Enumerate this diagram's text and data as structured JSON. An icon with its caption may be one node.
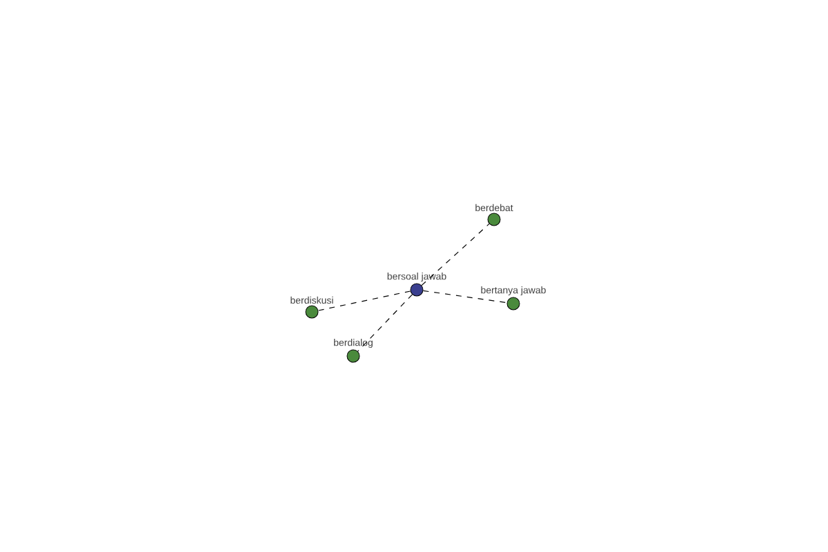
{
  "diagram": {
    "nodes": [
      {
        "text": [
          "berdebat"
        ]
      },
      {
        "text": [
          "bersoal jawab"
        ]
      },
      {
        "text": [
          "bertanya jawab"
        ]
      },
      {
        "text": [
          "berdiskusi"
        ]
      },
      {
        "text": [
          "berdialog"
        ]
      }
    ],
    "edges": [
      {
        "from": 1,
        "to": 0,
        "arrow": "none",
        "style": "dashed"
      },
      {
        "from": 1,
        "to": 2,
        "arrow": "none",
        "style": "dashed"
      },
      {
        "from": 1,
        "to": 3,
        "arrow": "none",
        "style": "dashed"
      },
      {
        "from": 1,
        "to": 4,
        "arrow": "none",
        "style": "dashed"
      }
    ]
  }
}
